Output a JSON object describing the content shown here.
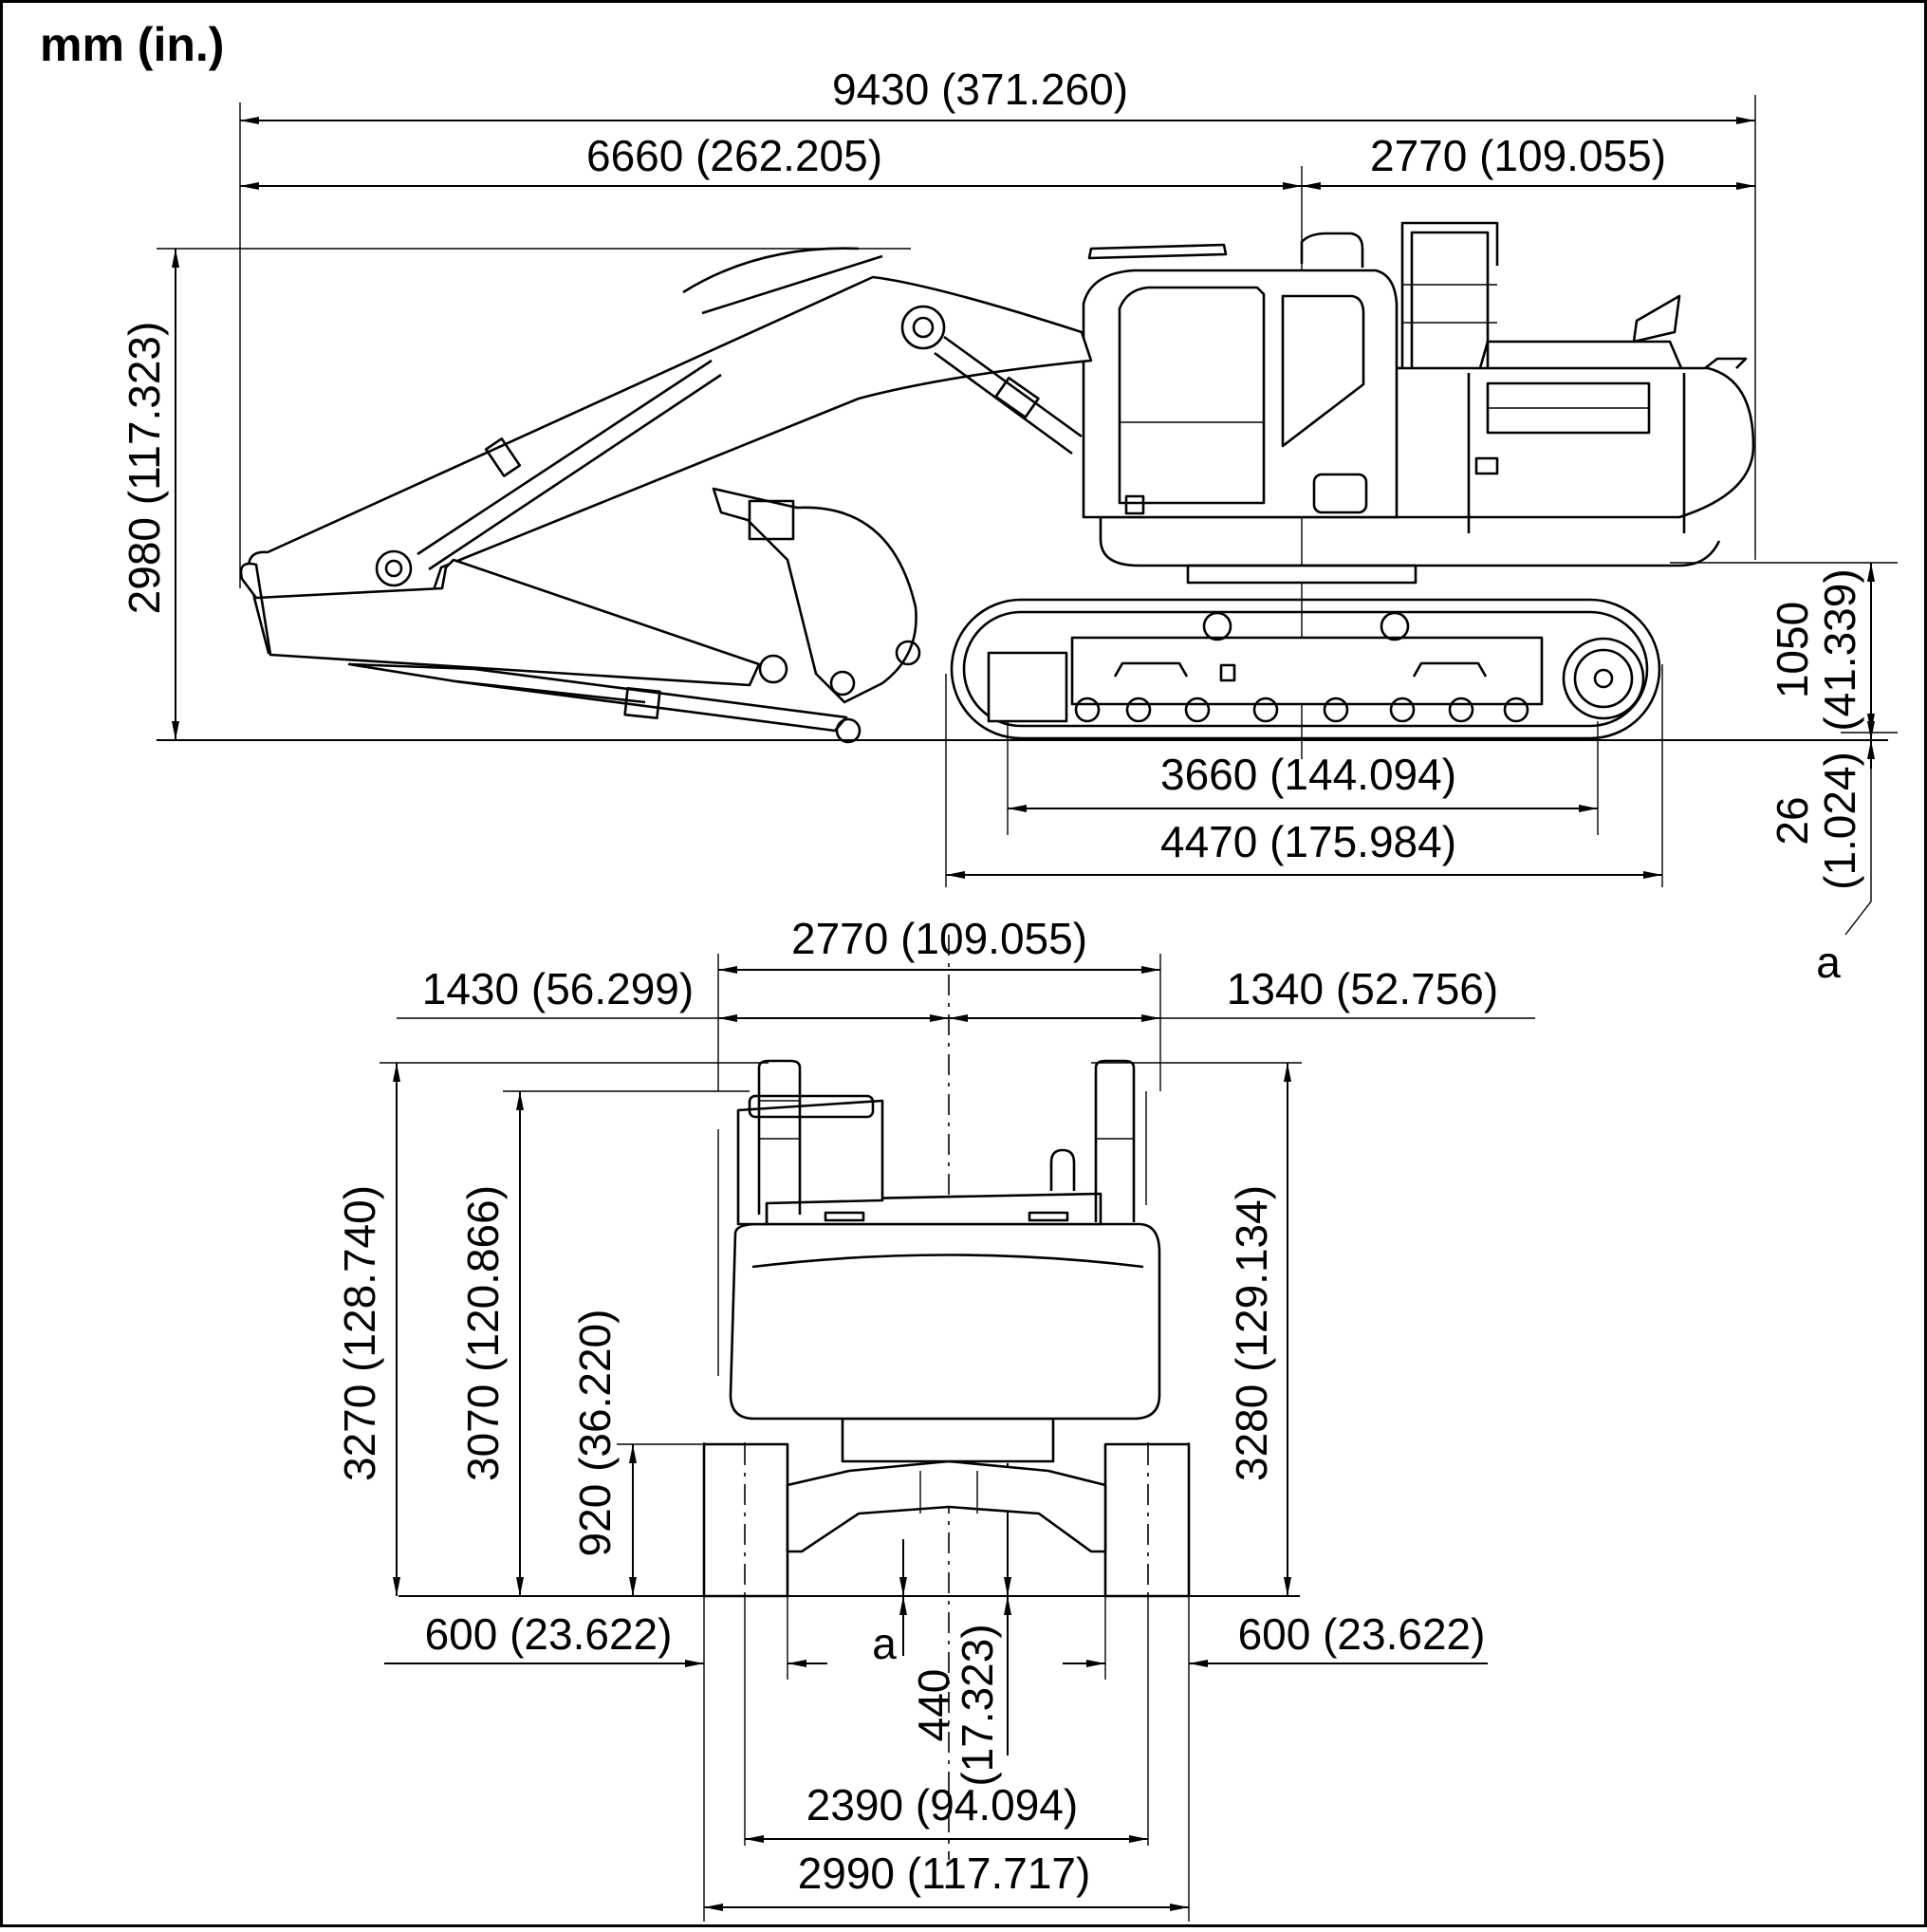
{
  "unit_label": "mm (in.)",
  "side_view": {
    "overall_length": "9430 (371.260)",
    "front_length": "6660 (262.205)",
    "rear_length": "2770 (109.055)",
    "boom_height": "2980 (117.323)",
    "counterweight_clearance_line1": "1050",
    "counterweight_clearance_line2": "(41.339)",
    "tumbler_distance": "3660 (144.094)",
    "track_length": "4470 (175.984)",
    "grouser_height_line1": "26",
    "grouser_height_line2": "(1.024)",
    "grouser_marker": "a"
  },
  "rear_view": {
    "upper_width": "2770 (109.055)",
    "left_half_width": "1430 (56.299)",
    "right_half_width": "1340 (52.756)",
    "left_handrail_height": "3270 (128.740)",
    "cab_height": "3070 (120.866)",
    "counterweight_ground_clearance": "920 (36.220)",
    "right_handrail_height": "3280 (129.134)",
    "left_shoe_width": "600 (23.622)",
    "right_shoe_width": "600 (23.622)",
    "grouser_marker": "a",
    "min_ground_clearance_line1": "440",
    "min_ground_clearance_line2": "(17.323)",
    "track_gauge": "2390 (94.094)",
    "overall_track_width": "2990 (117.717)"
  }
}
